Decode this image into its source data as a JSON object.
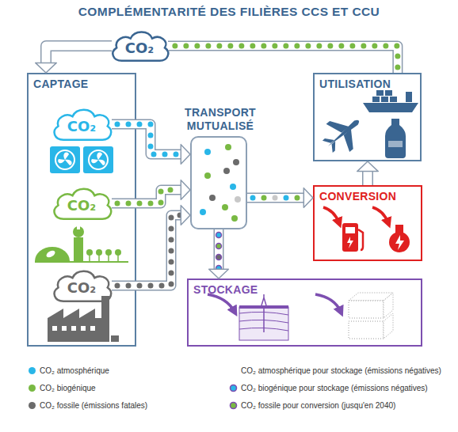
{
  "diagram": {
    "title": "COMPLÉMENTARITÉ DES FILIÈRES CCS ET CCU",
    "nodes": [
      {
        "text": [
          "CO₂"
        ]
      },
      {
        "text": [
          "CAPTAGE"
        ]
      },
      {
        "text": [
          "CO₂"
        ],
        "in": 1
      },
      {
        "text": [
          "CO₂"
        ],
        "in": 1
      },
      {
        "text": [
          "CO₂"
        ],
        "in": 1
      },
      {
        "text": [
          "TRANSPORT MUTUALISÉ"
        ]
      },
      {
        "text": [
          "UTILISATION"
        ]
      },
      {
        "text": [
          "CONVERSION"
        ]
      },
      {
        "text": [
          "STOCKAGE"
        ]
      }
    ],
    "edges": [
      {
        "from": 6,
        "to": 0,
        "arrow": "none"
      },
      {
        "from": 0,
        "to": 1,
        "arrow": "to"
      },
      {
        "from": 2,
        "to": 5,
        "arrow": "to"
      },
      {
        "from": 3,
        "to": 5,
        "arrow": "to"
      },
      {
        "from": 4,
        "to": 5,
        "arrow": "to"
      },
      {
        "from": 5,
        "to": 7,
        "arrow": "to"
      },
      {
        "from": 5,
        "to": 8,
        "arrow": "to"
      },
      {
        "from": 7,
        "to": 6,
        "arrow": "to"
      }
    ],
    "legend": [
      {
        "text": "CO₂ atmosphérique",
        "color": "#29b6e8"
      },
      {
        "text": "CO₂ atmosphérique pour stockage (émissions négatives)"
      },
      {
        "text": "CO₂ biogénique",
        "color": "#79b943"
      },
      {
        "text": "CO₂ biogénique pour stockage (émissions négatives)"
      },
      {
        "text": "CO₂ fossile (émissions fatales)",
        "color": "#6b6b6b"
      },
      {
        "text": "CO₂ fossile pour conversion (jusqu'en 2040)",
        "color": "#c8c8c8"
      }
    ]
  }
}
